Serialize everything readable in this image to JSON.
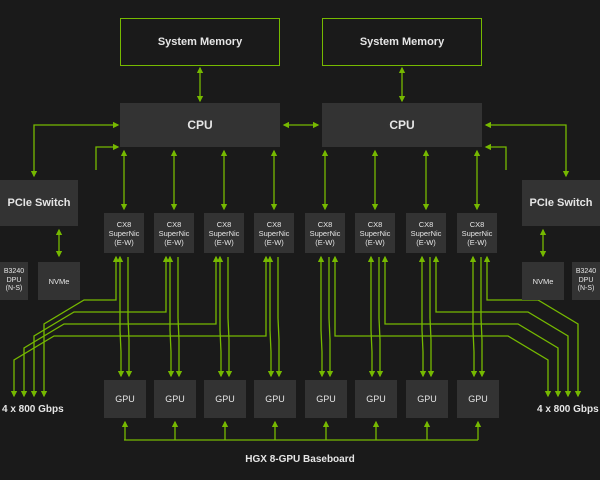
{
  "system_memory": [
    "System Memory",
    "System Memory"
  ],
  "cpus": [
    "CPU",
    "CPU"
  ],
  "pcie_switch": [
    "PCIe Switch",
    "PCIe Switch"
  ],
  "nics": [
    [
      "CX8",
      "SuperNic",
      "(E-W)"
    ],
    [
      "CX8",
      "SuperNic",
      "(E-W)"
    ],
    [
      "CX8",
      "SuperNic",
      "(E-W)"
    ],
    [
      "CX8",
      "SuperNic",
      "(E-W)"
    ],
    [
      "CX8",
      "SuperNic",
      "(E-W)"
    ],
    [
      "CX8",
      "SuperNic",
      "(E-W)"
    ],
    [
      "CX8",
      "SuperNic",
      "(E-W)"
    ],
    [
      "CX8",
      "SuperNic",
      "(E-W)"
    ]
  ],
  "gpus": [
    "GPU",
    "GPU",
    "GPU",
    "GPU",
    "GPU",
    "GPU",
    "GPU",
    "GPU"
  ],
  "left_dpu": [
    "B3240",
    "DPU",
    "(N-S)"
  ],
  "right_dpu": [
    "B3240",
    "DPU",
    "(N-S)"
  ],
  "nvme": [
    "NVMe",
    "NVMe"
  ],
  "bandwidth_labels": [
    "4 x 800 Gbps",
    "4 x 800 Gbps"
  ],
  "baseboard_label": "HGX 8-GPU Baseboard",
  "colors": {
    "accent": "#76b900",
    "box_fill": "#333333",
    "background": "#1a1a1a",
    "text": "#e6e6e6"
  }
}
